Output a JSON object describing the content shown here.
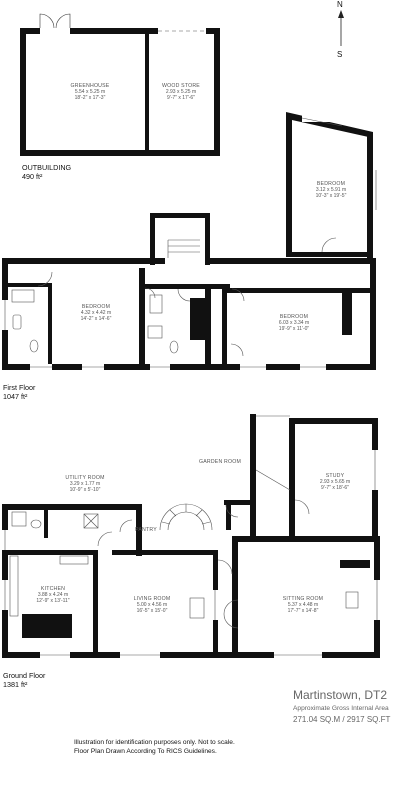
{
  "compass": {
    "north": "N",
    "south": "S"
  },
  "outbuilding": {
    "title": "OUTBUILDING",
    "area": "490 ft²",
    "rooms": [
      {
        "key": "greenhouse",
        "name": "GREENHOUSE",
        "metric": "5.54 x 5.25 m",
        "imperial": "18'-2\" x 17'-3\""
      },
      {
        "key": "wood_store",
        "name": "WOOD STORE",
        "metric": "2.93 x 5.25 m",
        "imperial": "9'-7\" x 17'-6\""
      }
    ]
  },
  "first_floor": {
    "title": "First Floor",
    "area": "1047 ft²",
    "rooms": [
      {
        "key": "bedroom_upper",
        "name": "BEDROOM",
        "metric": "3.12 x 5.91 m",
        "imperial": "10'-3\" x 19'-5\""
      },
      {
        "key": "bedroom_left",
        "name": "BEDROOM",
        "metric": "4.32 x 4.42 m",
        "imperial": "14'-2\" x 14'-6\""
      },
      {
        "key": "bedroom_right",
        "name": "BEDROOM",
        "metric": "6.03 x 3.34 m",
        "imperial": "19'-9\" x 11'-0\""
      }
    ]
  },
  "ground_floor": {
    "title": "Ground Floor",
    "area": "1381 ft²",
    "rooms": [
      {
        "key": "garden_room",
        "name": "GARDEN ROOM",
        "metric": "",
        "imperial": ""
      },
      {
        "key": "study",
        "name": "STUDY",
        "metric": "2.93 x 5.65 m",
        "imperial": "9'-7\" x 18'-6\""
      },
      {
        "key": "utility",
        "name": "UTILITY ROOM",
        "metric": "3.29 x 1.77 m",
        "imperial": "10'-9\" x 5'-10\""
      },
      {
        "key": "pantry",
        "name": "PANTRY",
        "metric": "",
        "imperial": ""
      },
      {
        "key": "kitchen",
        "name": "KITCHEN",
        "metric": "3.88 x 4.24 m",
        "imperial": "12'-9\" x 13'-11\""
      },
      {
        "key": "living",
        "name": "LIVING ROOM",
        "metric": "5.00 x 4.56 m",
        "imperial": "16'-5\" x 15'-0\""
      },
      {
        "key": "sitting",
        "name": "SITTING ROOM",
        "metric": "5.37 x 4.48 m",
        "imperial": "17'-7\" x 14'-8\""
      }
    ]
  },
  "property": {
    "name": "Martinstown, DT2",
    "subtitle": "Approximate Gross Internal Area",
    "area": "271.04 SQ.M / 2917 SQ.FT"
  },
  "disclaimer": {
    "line1": "Illustration for identification purposes only. Not to scale.",
    "line2": "Floor Plan Drawn According To RICS Guidelines."
  }
}
